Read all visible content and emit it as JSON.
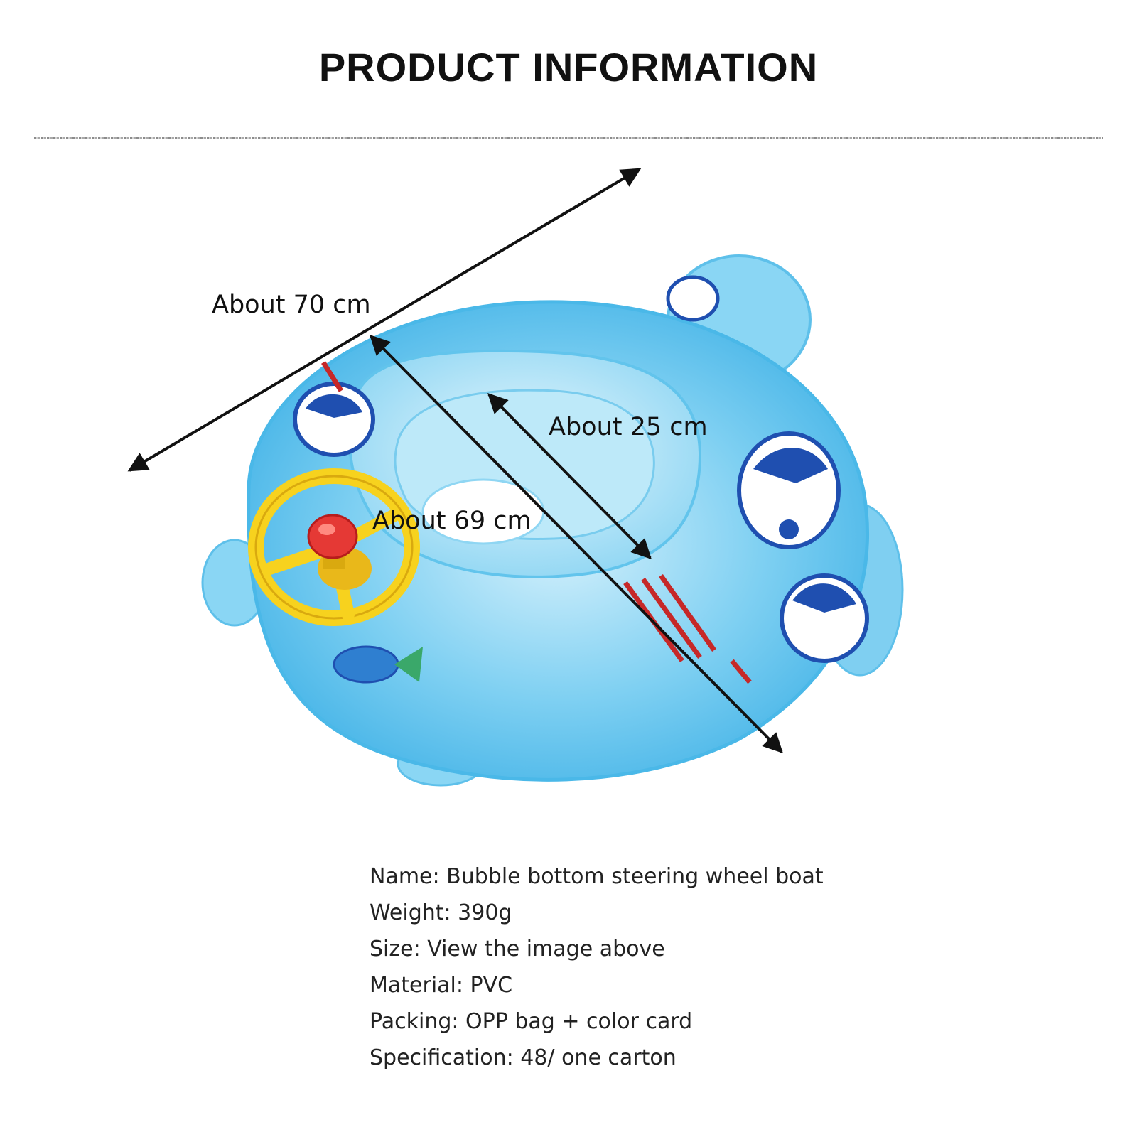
{
  "header": {
    "title": "PRODUCT INFORMATION"
  },
  "dimensions": {
    "diagonal": "About 70 cm",
    "seat": "About 25 cm",
    "length": "About 69 cm"
  },
  "specs": {
    "name": "Name: Bubble bottom steering wheel boat",
    "weight": "Weight: 390g",
    "size": "Size: View the image above",
    "material": "Material: PVC",
    "packing": "Packing: OPP bag + color card",
    "specification": "Specification: 48/ one carton"
  },
  "colors": {
    "float_blue": "#5cc3ee",
    "float_light": "#aee3f8",
    "wheel_yellow": "#f7d21e",
    "horn_red": "#e53935"
  },
  "icons": [
    "boat-float-icon",
    "steering-wheel-icon",
    "horn-button-icon",
    "shark-icon",
    "fish-icon"
  ]
}
